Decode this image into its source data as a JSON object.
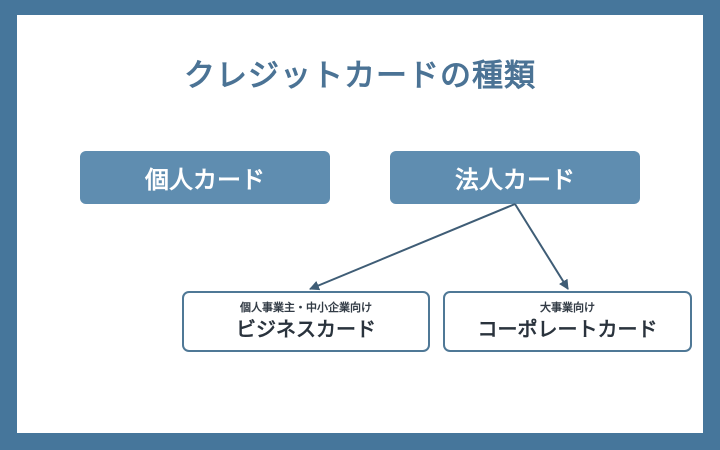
{
  "diagram": {
    "title": "クレジットカードの種類",
    "top_boxes": {
      "personal": "個人カード",
      "corporate": "法人カード"
    },
    "child_boxes": {
      "business": {
        "audience": "個人事業主・中小企業向け",
        "label": "ビジネスカード"
      },
      "corporate_card": {
        "audience": "大事業向け",
        "label": "コーポレートカード"
      }
    }
  },
  "colors": {
    "border": "#46769b",
    "title": "#4b7395",
    "filled_box": "#5f8db0",
    "outline_box_border": "#4f7896",
    "arrow": "#3f5d76"
  }
}
